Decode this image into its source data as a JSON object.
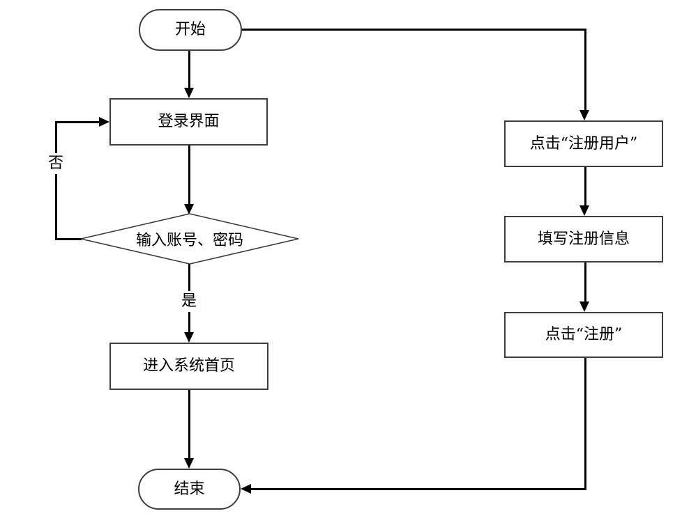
{
  "diagram": {
    "type": "flowchart",
    "background_color": "#ffffff",
    "line_color": "#000000",
    "border_color": "#3d3d3d",
    "text_color": "#000000",
    "nodes": {
      "start": {
        "label": "开始",
        "shape": "stadium"
      },
      "login": {
        "label": "登录界面",
        "shape": "rect"
      },
      "decision": {
        "label": "输入账号、密码",
        "shape": "diamond"
      },
      "home": {
        "label": "进入系统首页",
        "shape": "rect"
      },
      "end": {
        "label": "结束",
        "shape": "stadium"
      },
      "reg_click": {
        "label": "点击“注册用户”",
        "shape": "rect"
      },
      "reg_fill": {
        "label": "填写注册信息",
        "shape": "rect"
      },
      "reg_submit": {
        "label": "点击“注册”",
        "shape": "rect"
      }
    },
    "edge_labels": {
      "no": "否",
      "yes": "是"
    },
    "edges": [
      {
        "from": "start",
        "to": "login"
      },
      {
        "from": "login",
        "to": "decision"
      },
      {
        "from": "decision",
        "to": "login",
        "label": "否"
      },
      {
        "from": "decision",
        "to": "home",
        "label": "是"
      },
      {
        "from": "home",
        "to": "end"
      },
      {
        "from": "start",
        "to": "reg_click"
      },
      {
        "from": "reg_click",
        "to": "reg_fill"
      },
      {
        "from": "reg_fill",
        "to": "reg_submit"
      },
      {
        "from": "reg_submit",
        "to": "end"
      }
    ]
  }
}
